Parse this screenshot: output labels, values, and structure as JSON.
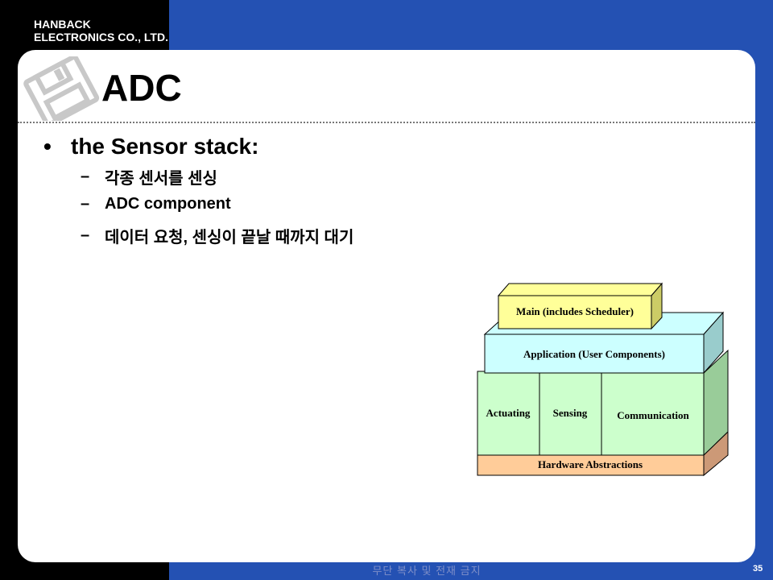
{
  "header": {
    "company_line1": "HANBACK",
    "company_line2": "ELECTRONICS CO., LTD."
  },
  "slide": {
    "title": "ADC",
    "bullet": "the Sensor stack:",
    "sub_items": [
      "각종 센서를 센싱",
      "ADC component",
      "데이터 요청, 센싱이 끝날 때까지 대기"
    ],
    "dash": "–",
    "dot": "•"
  },
  "diagram": {
    "top_box": "Main (includes Scheduler)",
    "app_box": "Application (User Components)",
    "cells": [
      "Actuating",
      "Sensing",
      "Communication"
    ],
    "base": "Hardware Abstractions",
    "colors": {
      "top": "#ffff99",
      "app": "#ccffff",
      "cells": "#ccffcc",
      "base": "#ffcc99"
    }
  },
  "footer": {
    "note": "무단 복사 및 전재 금지",
    "page": "35"
  },
  "icons": [
    "floppy-disk-icon"
  ]
}
